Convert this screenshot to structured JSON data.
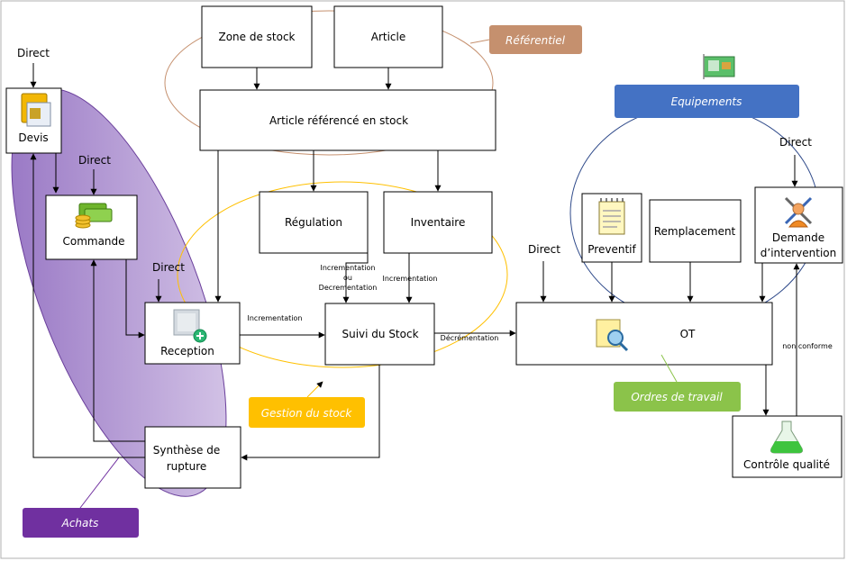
{
  "boxes": {
    "zone": "Zone de stock",
    "article": "Article",
    "article_ref": "Article référencé en stock",
    "regulation": "Régulation",
    "inventaire": "Inventaire",
    "devis": "Devis",
    "commande": "Commande",
    "reception": "Reception",
    "suivi": "Suivi du Stock",
    "synthese_1": "Synthèse de",
    "synthese_2": "rupture",
    "preventif": "Preventif",
    "remplacement": "Remplacement",
    "demande_1": "Demande",
    "demande_2": "d’intervention",
    "ot": "OT",
    "controle": "Contrôle qualité"
  },
  "tags": {
    "referentiel": "Référentiel",
    "equipements": "Equipements",
    "gestion_stock": "Gestion du stock",
    "ordres": "Ordres de travail",
    "achats": "Achats"
  },
  "edges": {
    "direct_devis": "Direct",
    "direct_commande": "Direct",
    "direct_reception": "Direct",
    "direct_ot": "Direct",
    "direct_demande": "Direct",
    "incr_decr_1": "Incrementation",
    "incr_decr_2": "ou",
    "incr_decr_3": "Decrementation",
    "incr_inv": "Incrementation",
    "incr_reception": "Incrementation",
    "decr_suivi": "Décrémentation",
    "non_conforme": "non conforme"
  },
  "colors": {
    "referentiel": "#c5906e",
    "equipements": "#4472c4",
    "gestion_stock": "#ffc000",
    "ordres": "#8bc34a",
    "achats": "#7030a0",
    "achats_fill": "#b9a3d3"
  }
}
